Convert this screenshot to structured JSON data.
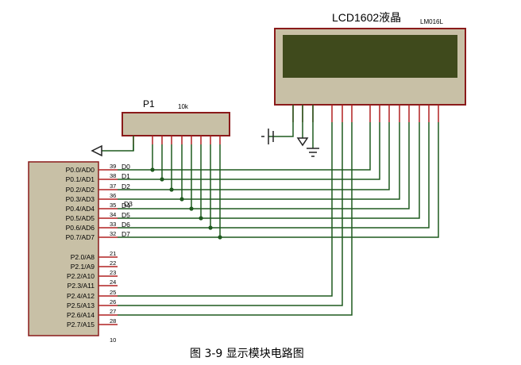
{
  "lcd": {
    "title": "LCD1602液晶",
    "model": "LM016L"
  },
  "resistor_pack": {
    "ref": "P1",
    "value": "10k"
  },
  "mcu": {
    "port0": [
      {
        "pin": "P0.0/AD0",
        "num": "39",
        "net": "D0"
      },
      {
        "pin": "P0.1/AD1",
        "num": "38",
        "net": "D1"
      },
      {
        "pin": "P0.2/AD2",
        "num": "37",
        "net": "D2"
      },
      {
        "pin": "P0.3/AD3",
        "num": "36",
        "net": "D3"
      },
      {
        "pin": "P0.4/AD4",
        "num": "35",
        "net": "D4"
      },
      {
        "pin": "P0.5/AD5",
        "num": "34",
        "net": "D5"
      },
      {
        "pin": "P0.6/AD6",
        "num": "33",
        "net": "D6"
      },
      {
        "pin": "P0.7/AD7",
        "num": "32",
        "net": "D7"
      }
    ],
    "port2": [
      {
        "pin": "P2.0/A8",
        "num": "21"
      },
      {
        "pin": "P2.1/A9",
        "num": "22"
      },
      {
        "pin": "P2.2/A10",
        "num": "23"
      },
      {
        "pin": "P2.3/A11",
        "num": "24"
      },
      {
        "pin": "P2.4/A12",
        "num": "25"
      },
      {
        "pin": "P2.5/A13",
        "num": "26"
      },
      {
        "pin": "P2.6/A14",
        "num": "27"
      },
      {
        "pin": "P2.7/A15",
        "num": "28"
      }
    ],
    "bottom_pin": "10"
  },
  "caption": "图 3-9  显示模块电路图",
  "colors": {
    "body_fill": "#c8c0a6",
    "body_stroke": "#8a1a1a",
    "lcd_screen": "#3f4a1c",
    "wire": "#1f5a1f",
    "pin": "#b02020"
  }
}
